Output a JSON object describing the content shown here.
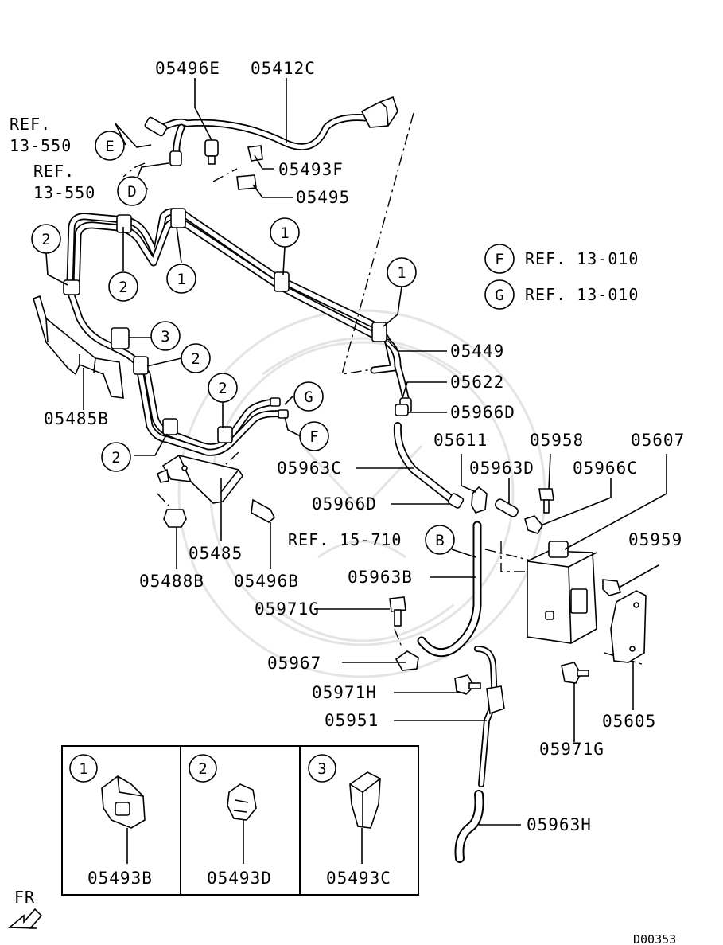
{
  "diagram": {
    "code": "D00353",
    "fr_label": "FR",
    "callouts": {
      "c1": "1",
      "c2": "2",
      "c3": "3",
      "cB": "B",
      "cD": "D",
      "cE": "E",
      "cF": "F",
      "cG": "G"
    },
    "refs": {
      "ref_e_line1": "REF.",
      "ref_e_line2": "13-550",
      "ref_d_line1": "REF.",
      "ref_d_line2": "13-550",
      "ref_f": "REF. 13-010",
      "ref_g": "REF. 13-010",
      "ref_b": "REF. 15-710"
    },
    "parts": {
      "p05496E": "05496E",
      "p05412C": "05412C",
      "p05493F": "05493F",
      "p05495": "05495",
      "p05449": "05449",
      "p05622": "05622",
      "p05966D_top": "05966D",
      "p05485B": "05485B",
      "p05611": "05611",
      "p05958": "05958",
      "p05607": "05607",
      "p05963C": "05963C",
      "p05963D": "05963D",
      "p05966C": "05966C",
      "p05966D_mid": "05966D",
      "p05485": "05485",
      "p05488B": "05488B",
      "p05496B": "05496B",
      "p05959": "05959",
      "p05963B": "05963B",
      "p05971G_left": "05971G",
      "p05967": "05967",
      "p05971H": "05971H",
      "p05951": "05951",
      "p05605": "05605",
      "p05971G_right": "05971G",
      "p05963H": "05963H"
    },
    "legend": [
      {
        "number": "1",
        "part": "05493B"
      },
      {
        "number": "2",
        "part": "05493D"
      },
      {
        "number": "3",
        "part": "05493C"
      }
    ]
  }
}
